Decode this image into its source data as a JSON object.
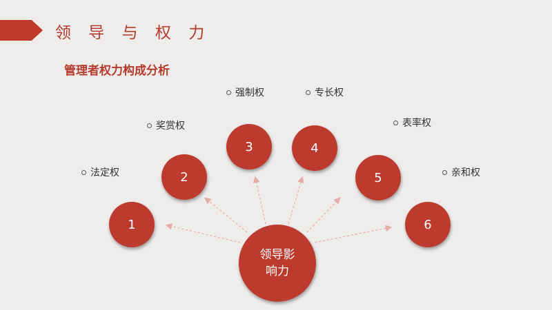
{
  "header": {
    "title": "领 导 与 权 力"
  },
  "subtitle": "管理者权力构成分析",
  "center": {
    "line1": "领导影",
    "line2": "响力"
  },
  "nodes": [
    {
      "number": "1",
      "label": "法定权"
    },
    {
      "number": "2",
      "label": "奖赏权"
    },
    {
      "number": "3",
      "label": "强制权"
    },
    {
      "number": "4",
      "label": "专长权"
    },
    {
      "number": "5",
      "label": "表率权"
    },
    {
      "number": "6",
      "label": "亲和权"
    }
  ],
  "colors": {
    "accent": "#bd3a2e",
    "title": "#b43a2c",
    "background": "#efedec"
  }
}
